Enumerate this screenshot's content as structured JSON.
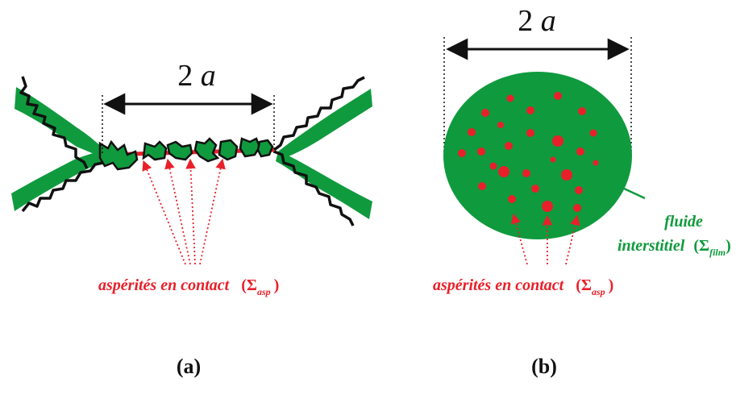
{
  "colors": {
    "green": "#0f9a3e",
    "red": "#e8202a",
    "black": "#111111",
    "label_green": "#109a3c"
  },
  "panel_a": {
    "dimension_label": "2a",
    "contact_label": "aspérités en contact",
    "sigma": "Σ",
    "subscript": "asp",
    "panel_label": "(a)"
  },
  "panel_b": {
    "dimension_label": "2a",
    "contact_label": "aspérités en contact",
    "sigma": "Σ",
    "subscript": "asp",
    "fluid_line1": "fluide",
    "fluid_line2": "interstitiel",
    "fluid_sigma": "Σ",
    "fluid_subscript": "film",
    "panel_label": "(b)"
  }
}
